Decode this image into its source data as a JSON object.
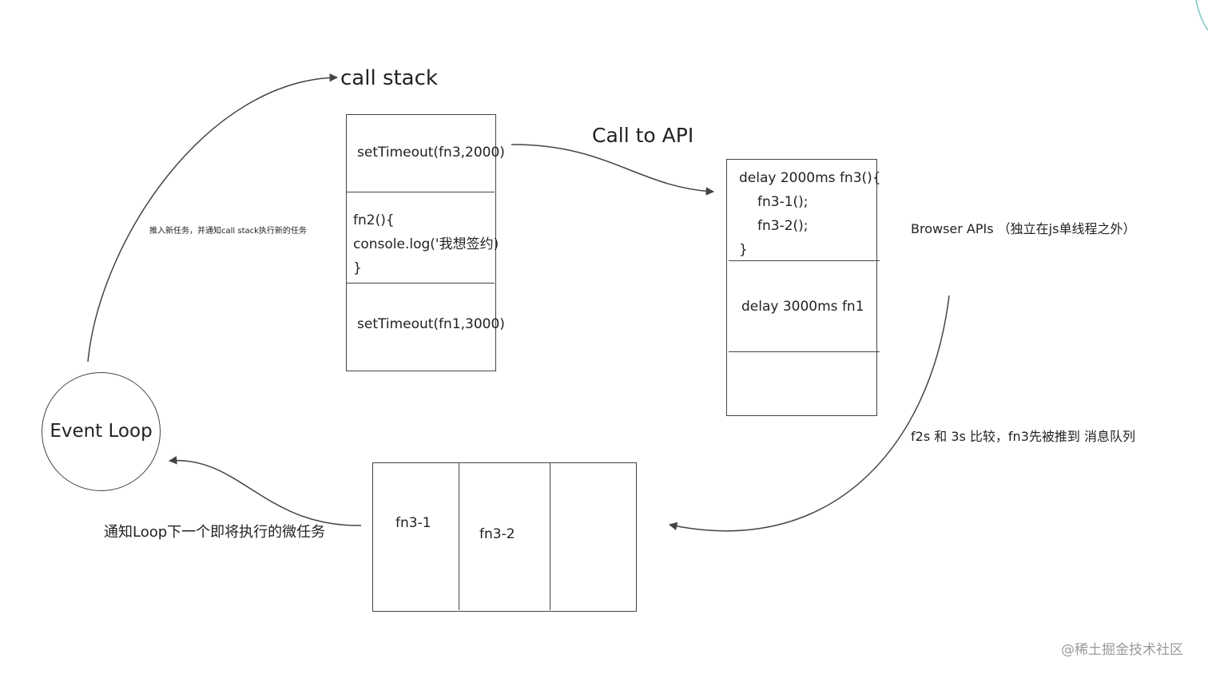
{
  "title": "call stack",
  "call_stack": {
    "items": [
      {
        "lines": [
          "setTimeout(fn3,2000)"
        ]
      },
      {
        "lines": [
          "fn2(){",
          "console.log('我想签约)",
          "}"
        ]
      },
      {
        "lines": [
          "setTimeout(fn1,3000)"
        ]
      }
    ]
  },
  "call_to_api_label": "Call to API",
  "browser_apis": {
    "label": "Browser APIs （独立在js单线程之外）",
    "items": [
      {
        "lines": [
          "delay 2000ms  fn3(){",
          "fn3-1();",
          "fn3-2();",
          "}"
        ]
      },
      {
        "lines": [
          "delay 3000ms  fn1"
        ]
      },
      {
        "lines": []
      }
    ]
  },
  "compare_label": "f2s 和 3s 比较，fn3先被推到 消息队列",
  "queue": {
    "items": [
      {
        "label": "fn3-1"
      },
      {
        "label": "fn3-2"
      },
      {
        "label": ""
      }
    ]
  },
  "notify_label": "通知Loop下一个即将执行的微任务",
  "event_loop_label": "Event Loop",
  "push_label": "推入新任务，并通知call stack执行新的任务",
  "watermark": "@稀土掘金技术社区",
  "colors": {
    "stroke": "#444444",
    "text": "#222222",
    "watermark": "#9a9a9a",
    "accent_curve": "#7cc7c0"
  }
}
